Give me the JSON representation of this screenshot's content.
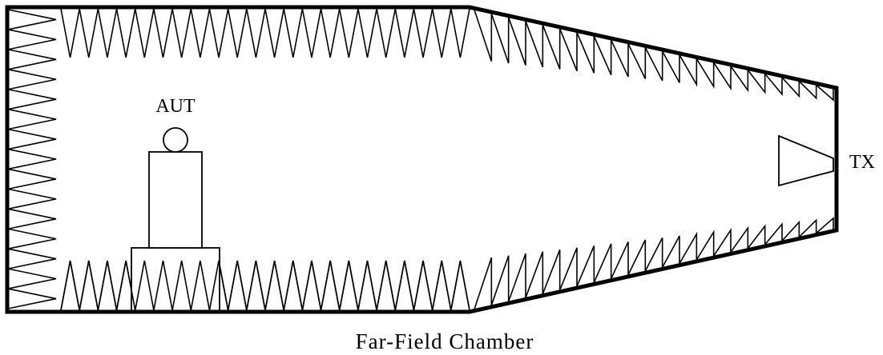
{
  "diagram": {
    "aut_label": "AUT",
    "tx_label": "TX",
    "caption": "Far-Field Chamber"
  }
}
